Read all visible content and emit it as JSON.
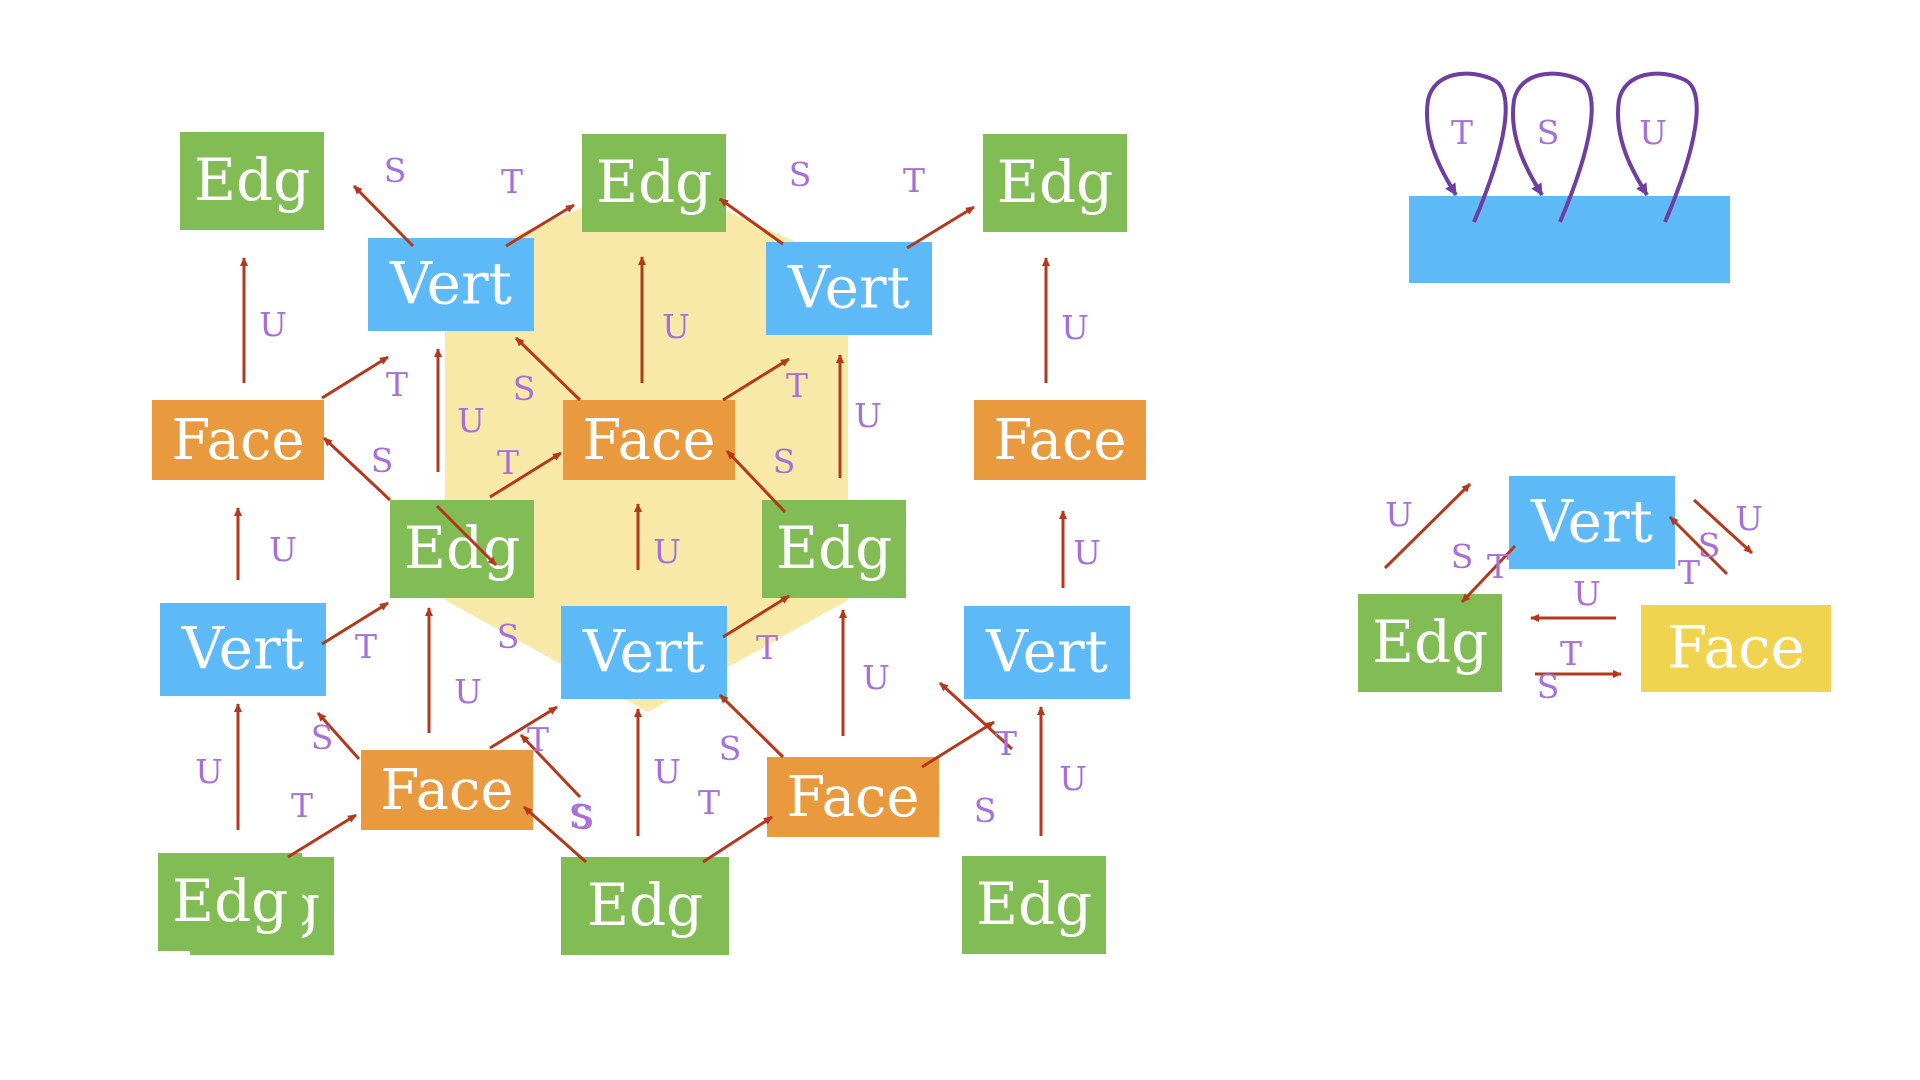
{
  "colors": {
    "vert": "#5EBAF7",
    "edg": "#82BC55",
    "face": "#E9993E",
    "face_legend": "#F0D34F",
    "hexagon": "#F8E9A9",
    "arrow": "#B5381C",
    "label": "#A770D8",
    "loop": "#6E3FA0"
  },
  "node_labels": {
    "vert": "Vert",
    "edg": "Edg",
    "face": "Face"
  },
  "edge_labels": {
    "s": "S",
    "t": "T",
    "u": "U"
  },
  "lattice": {
    "nodes": [
      {
        "id": "e1",
        "type": "edg"
      },
      {
        "id": "e2",
        "type": "edg"
      },
      {
        "id": "e3",
        "type": "edg"
      },
      {
        "id": "v1",
        "type": "vert"
      },
      {
        "id": "v2",
        "type": "vert"
      },
      {
        "id": "f1",
        "type": "face"
      },
      {
        "id": "f2",
        "type": "face"
      },
      {
        "id": "f3",
        "type": "face"
      },
      {
        "id": "e4",
        "type": "edg"
      },
      {
        "id": "e5",
        "type": "edg"
      },
      {
        "id": "v3",
        "type": "vert"
      },
      {
        "id": "v4",
        "type": "vert"
      },
      {
        "id": "v5",
        "type": "vert"
      },
      {
        "id": "f4",
        "type": "face"
      },
      {
        "id": "f5",
        "type": "face"
      },
      {
        "id": "e6b",
        "type": "edg"
      },
      {
        "id": "e6",
        "type": "edg"
      },
      {
        "id": "e7",
        "type": "edg"
      },
      {
        "id": "e8",
        "type": "edg"
      }
    ],
    "arrows": [
      {
        "label": "S"
      },
      {
        "label": "T"
      },
      {
        "label": "S"
      },
      {
        "label": "T"
      },
      {
        "label": "U"
      },
      {
        "label": "U"
      },
      {
        "label": "U"
      },
      {
        "label": "T"
      },
      {
        "label": "S"
      },
      {
        "label": "U"
      },
      {
        "label": "S"
      },
      {
        "label": "T"
      },
      {
        "label": "U"
      },
      {
        "label": "S"
      },
      {
        "label": "T"
      },
      {
        "label": "U"
      },
      {
        "label": "U"
      },
      {
        "label": "U"
      },
      {
        "label": "U"
      },
      {
        "label": "T"
      },
      {
        "label": "S"
      },
      {
        "label": "U"
      },
      {
        "label": "S"
      },
      {
        "label": "T"
      },
      {
        "label": "U"
      },
      {
        "label": "S"
      },
      {
        "label": "T"
      },
      {
        "label": "U"
      },
      {
        "label": "U"
      },
      {
        "label": "U"
      },
      {
        "label": "U"
      },
      {
        "label": "S"
      },
      {
        "label": "T"
      },
      {
        "label": "S"
      },
      {
        "label": "T"
      },
      {
        "label": "U"
      },
      {
        "label": "T"
      },
      {
        "label": "S"
      },
      {
        "label": "S"
      },
      {
        "label": "U"
      },
      {
        "label": "T"
      },
      {
        "label": "S"
      }
    ]
  },
  "loop_legend": {
    "loops": [
      "T",
      "S",
      "U"
    ]
  },
  "triangle_legend": {
    "vert": "Vert",
    "edg": "Edg",
    "face": "Face",
    "arrows": [
      {
        "label": "U"
      },
      {
        "label": "S"
      },
      {
        "label": "T"
      },
      {
        "label": "U"
      },
      {
        "label": "S"
      },
      {
        "label": "T"
      },
      {
        "label": "U"
      },
      {
        "label": "T"
      },
      {
        "label": "S"
      }
    ]
  }
}
